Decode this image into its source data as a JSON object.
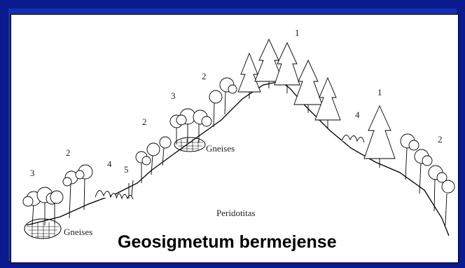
{
  "diagram": {
    "numbers": {
      "n1_top": "1",
      "n1_right": "1",
      "n2_left": "2",
      "n2_mid": "2",
      "n2_upper": "2",
      "n2_right": "2",
      "n3_left": "3",
      "n3_upper": "3",
      "n4_left": "4",
      "n4_right": "4",
      "n5": "5"
    },
    "labels": {
      "gneises_bottom": "Gneises",
      "gneises_upper": "Gneises",
      "peridotitas": "Peridotitas"
    },
    "caption": "Geosigmetum bermejense"
  },
  "colors": {
    "background": "#0b1a8c",
    "panel": "#ffffff",
    "ink": "#000000"
  }
}
